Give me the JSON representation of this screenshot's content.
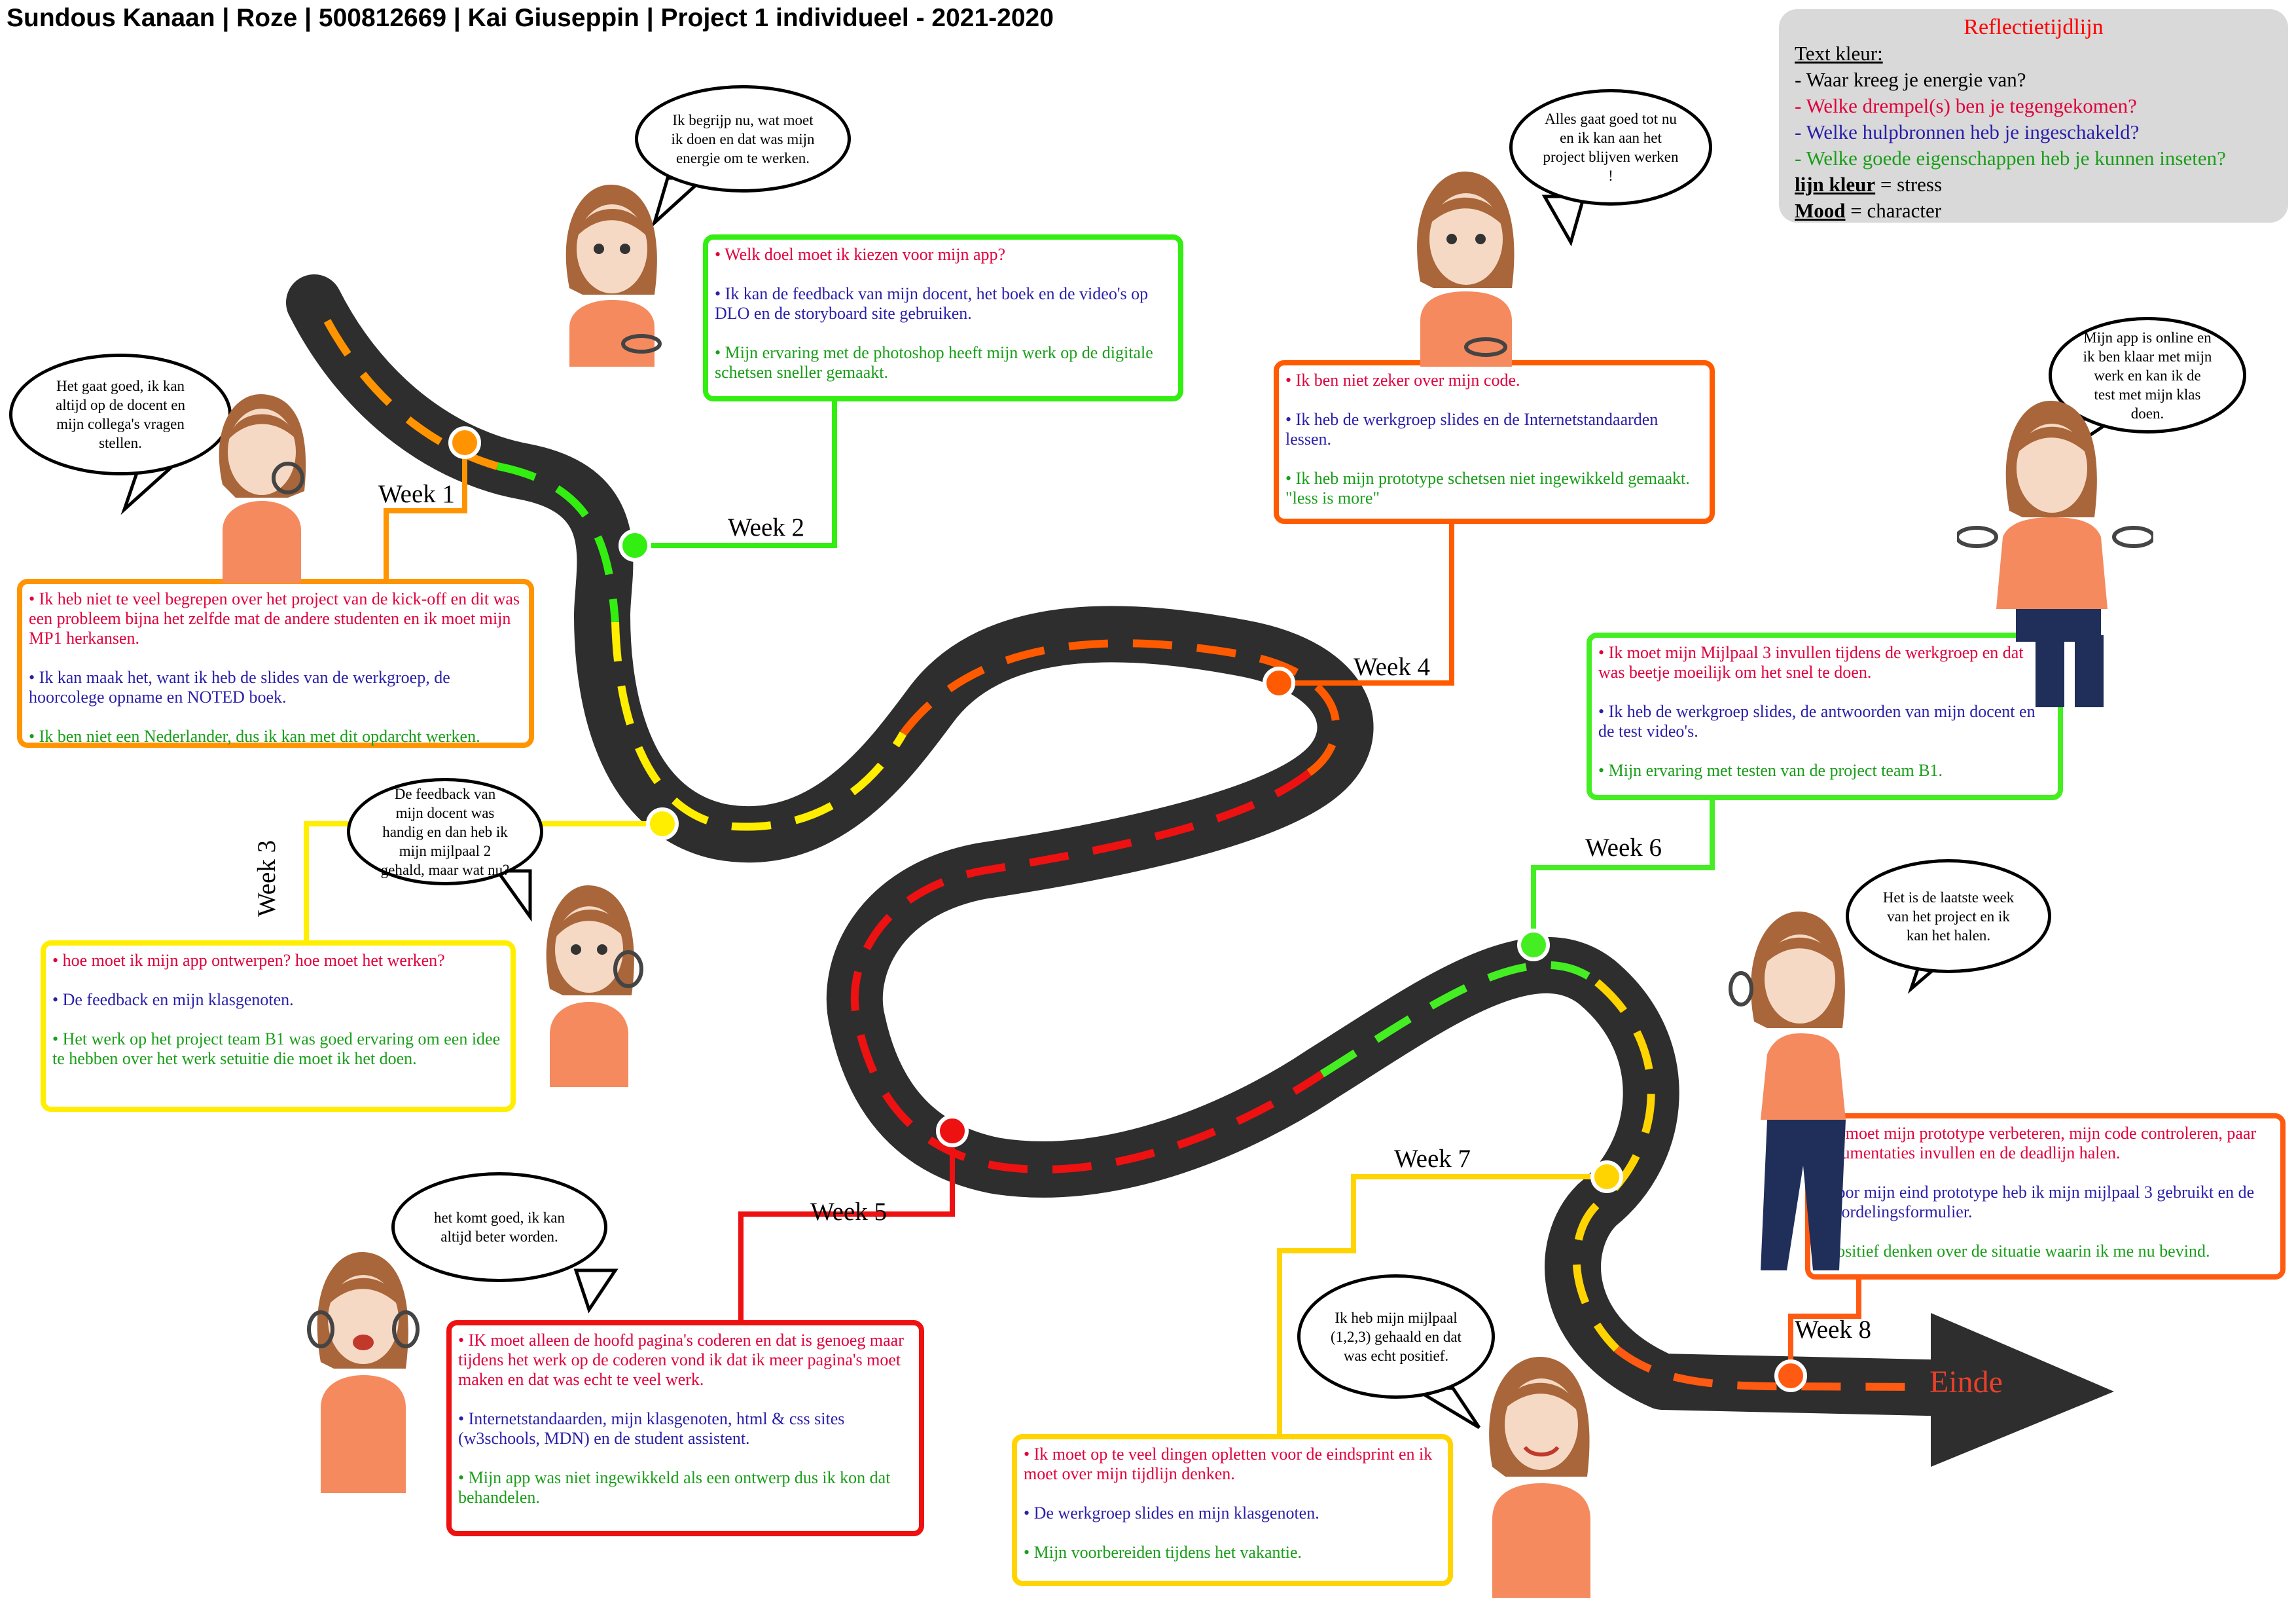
{
  "header": "Sundous Kanaan | Roze | 500812669 | Kai Giuseppin | Project 1 individueel - 2021-2020",
  "legend": {
    "title": "Reflectietijdlijn",
    "text_kleur_label": "Text kleur:",
    "q1": "- Waar kreeg je energie van?",
    "q2": "- Welke drempel(s) ben je tegengekomen?",
    "q3": "- Welke hulpbronnen heb je ingeschakeld?",
    "q4": "- Welke goede eigenschappen heb je kunnen inseten?",
    "lijn_label": "lijn kleur",
    "lijn_value": " = stress",
    "mood_label": "Mood",
    "mood_value": " = character",
    "colors": {
      "q1": "#000000",
      "q2": "#e0003c",
      "q3": "#2a1fa8",
      "q4": "#1a9e1a"
    }
  },
  "weeks": [
    {
      "label": "Week 1",
      "color": "#ff9400",
      "box": [
        "• Ik heb niet te veel begrepen over het project van de kick-off en dit was een probleem bijna het zelfde mat de andere studenten en ik moet mijn MP1 herkansen.",
        "• Ik kan maak het, want ik heb de slides van de werkgroep, de hoorcolege opname en NOTED boek.",
        "• Ik ben niet een Nederlander, dus ik kan met dit opdarcht werken."
      ],
      "bubble": "Het gaat goed, ik kan altijd op de docent en mijn collega's vragen stellen."
    },
    {
      "label": "Week 2",
      "color": "#33ee11",
      "box": [
        "• Welk doel moet ik kiezen voor mijn app?",
        "• Ik kan de feedback van mijn docent, het boek en de video's op DLO en de storyboard site gebruiken.",
        "• Mijn ervaring met de photoshop heeft mijn werk op de digitale schetsen sneller gemaakt."
      ],
      "bubble": "Ik begrijp nu, wat moet ik doen en dat was mijn energie om te werken."
    },
    {
      "label": "Week 3",
      "color": "#ffee00",
      "box": [
        "• hoe moet ik mijn app ontwerpen? hoe moet het werken?",
        "• De feedback en mijn klasgenoten.",
        "• Het werk op het project team B1 was goed ervaring om een idee te hebben over het werk setuitie die moet ik het doen."
      ],
      "bubble": "De feedback van mijn docent was handig en dan heb ik mijn mijlpaal 2 gehald, maar wat nu?"
    },
    {
      "label": "Week 4",
      "color": "#ff5a00",
      "box": [
        "• Ik ben niet zeker over mijn code.",
        "• Ik heb de werkgroep slides en de Internetstandaarden lessen.",
        "• Ik heb mijn prototype schetsen niet ingewikkeld gemaakt. \"less is more\""
      ],
      "bubble": "Alles gaat goed tot nu en ik kan aan het project blijven werken !"
    },
    {
      "label": "Week 5",
      "color": "#ee1111",
      "box": [
        "• IK moet alleen de hoofd pagina's coderen en dat is genoeg maar tijdens het werk op de coderen vond ik dat ik meer pagina's moet maken en dat was echt te veel werk.",
        "• Internetstandaarden, mijn klasgenoten, html & css sites (w3schools, MDN) en de student assistent.",
        "• Mijn app was niet ingewikkeld als een ontwerp dus ik kon dat behandelen."
      ],
      "bubble": "het komt goed, ik kan altijd beter worden."
    },
    {
      "label": "Week 6",
      "color": "#44ee22",
      "box": [
        "• Ik moet mijn Mijlpaal 3 invullen tijdens de werkgroep en dat was beetje moeilijk om het snel te doen.",
        "• Ik heb de werkgroep slides, de antwoorden van mijn docent en de test video's.",
        "• Mijn ervaring met testen van de project team B1."
      ],
      "bubble": "Mijn app is online en ik ben klaar met mijn werk en kan ik de test met mijn klas doen."
    },
    {
      "label": "Week 7",
      "color": "#ffd400",
      "box": [
        "• Ik moet op te veel dingen opletten voor de eindsprint en ik moet over mijn tijdlijn denken.",
        "• De werkgroep slides en mijn klasgenoten.",
        "• Mijn voorbereiden tijdens het vakantie."
      ],
      "bubble": "Ik heb mijn mijlpaal (1,2,3) gehaald en dat was echt positief."
    },
    {
      "label": "Week 8",
      "color": "#ff5a11",
      "box": [
        "• Ik moet mijn prototype verbeteren, mijn code controleren, paar documentaties invullen en de deadlijn halen.",
        "• Voor mijn eind prototype heb ik mijn mijlpaal 3 gebruikt en de beoordelingsformulier.",
        "• Positief denken over de situatie waarin ik me nu bevind."
      ],
      "bubble": "Het is de laatste week van het project en ik kan het halen."
    }
  ],
  "einde": "Einde",
  "colors": {
    "road": "#3a3a3a",
    "road_edge": "#262626",
    "person_top": "#f58a5f",
    "hair": "#a8663a",
    "skin": "#f6d9c4"
  }
}
